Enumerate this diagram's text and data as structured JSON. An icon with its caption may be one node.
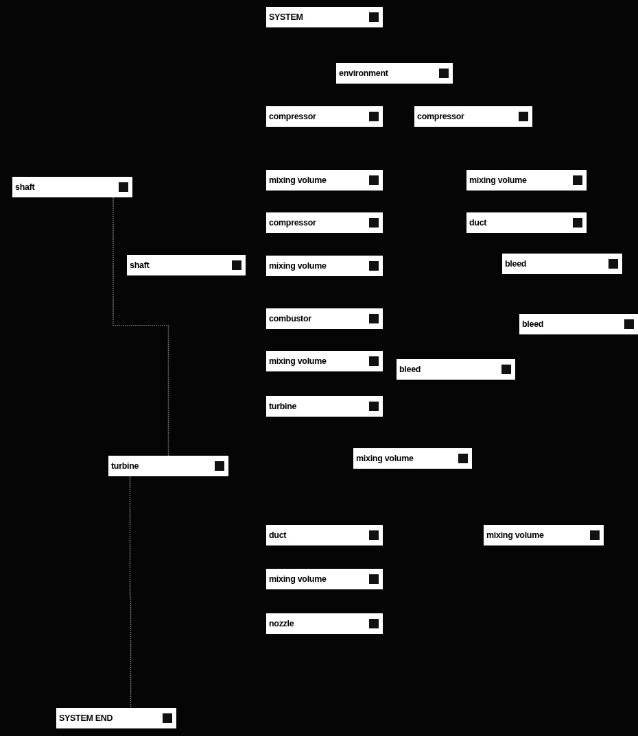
{
  "diagram": {
    "nodes": [
      {
        "text": [
          "SYSTEM"
        ]
      },
      {
        "text": [
          "environment"
        ]
      },
      {
        "text": [
          "compressor"
        ]
      },
      {
        "text": [
          "compressor"
        ]
      },
      {
        "text": [
          "shaft"
        ]
      },
      {
        "text": [
          "mixing volume"
        ]
      },
      {
        "text": [
          "mixing volume"
        ]
      },
      {
        "text": [
          "compressor"
        ]
      },
      {
        "text": [
          "duct"
        ]
      },
      {
        "text": [
          "shaft"
        ]
      },
      {
        "text": [
          "mixing volume"
        ]
      },
      {
        "text": [
          "bleed"
        ]
      },
      {
        "text": [
          "combustor"
        ]
      },
      {
        "text": [
          "bleed"
        ]
      },
      {
        "text": [
          "mixing volume"
        ]
      },
      {
        "text": [
          "bleed"
        ]
      },
      {
        "text": [
          "turbine"
        ]
      },
      {
        "text": [
          "mixing volume"
        ]
      },
      {
        "text": [
          "turbine"
        ]
      },
      {
        "text": [
          "duct"
        ]
      },
      {
        "text": [
          "mixing volume"
        ]
      },
      {
        "text": [
          "mixing volume"
        ]
      },
      {
        "text": [
          "nozzle"
        ]
      },
      {
        "text": [
          "SYSTEM END"
        ]
      }
    ],
    "edges": [
      {
        "from": 4,
        "to": 18,
        "arrow": "none"
      },
      {
        "from": 18,
        "to": 23,
        "arrow": "none"
      }
    ]
  }
}
